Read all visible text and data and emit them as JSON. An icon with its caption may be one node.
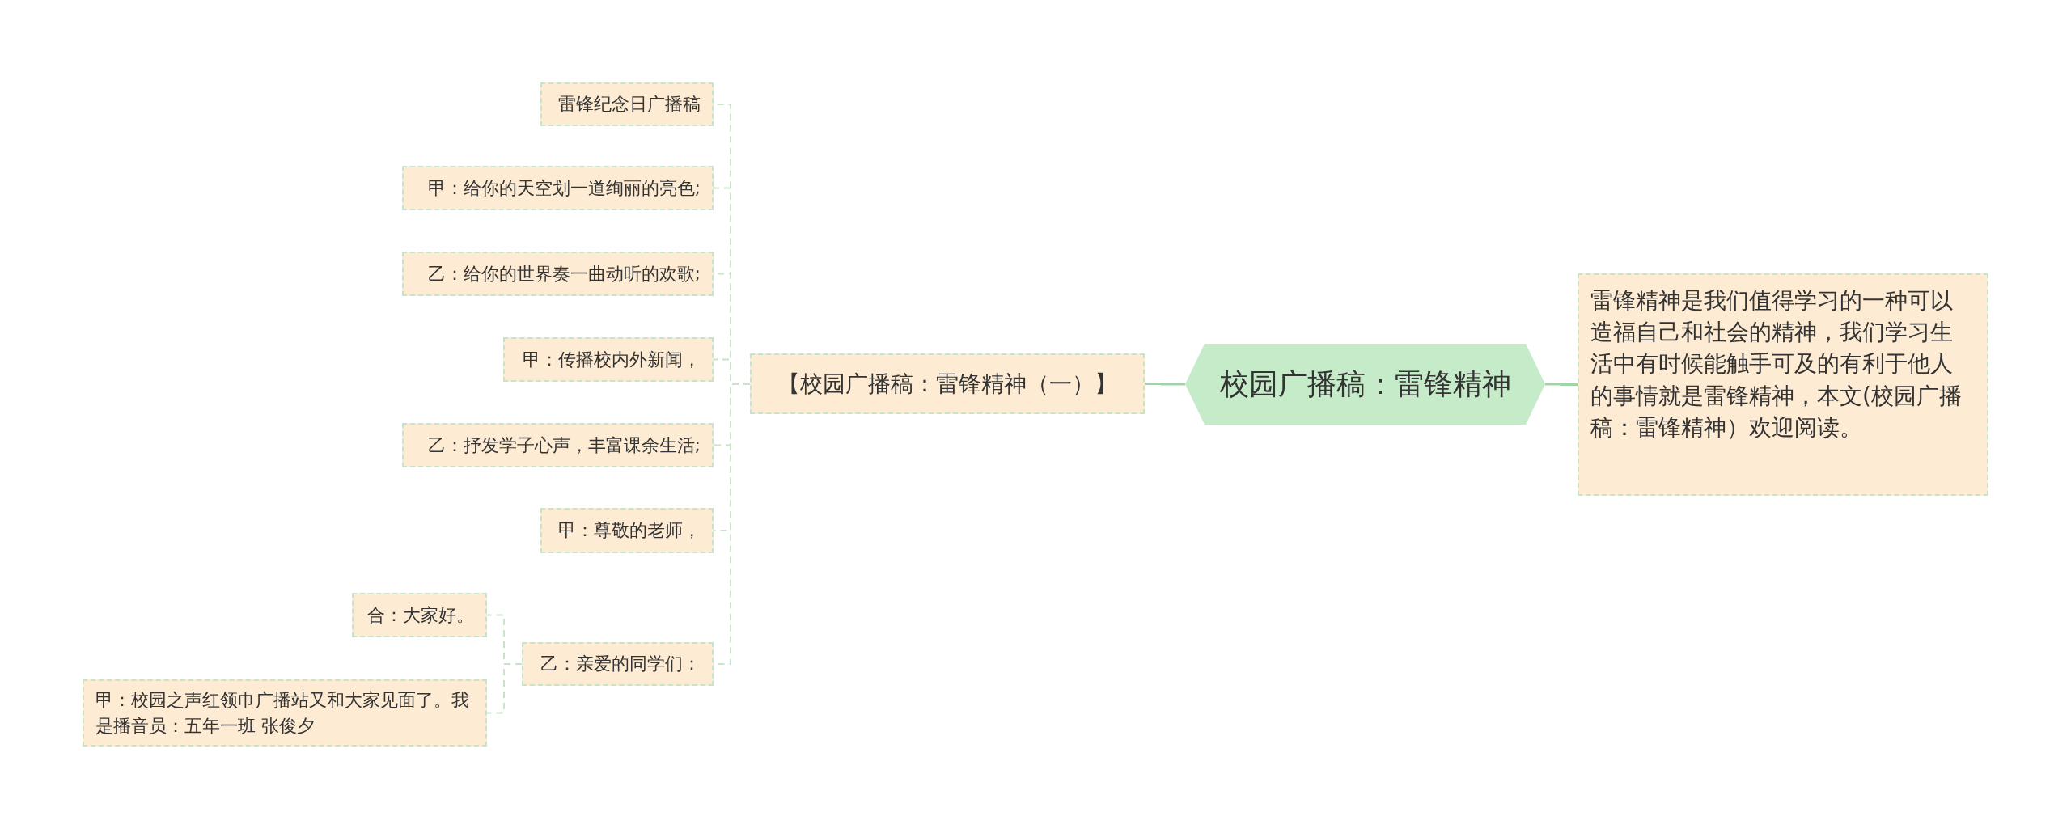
{
  "diagram": {
    "nodes": [
      {
        "text": [
          "校园广播稿：雷锋精神"
        ]
      },
      {
        "text": [
          "雷锋精神是我们值得学习的一种可以造福自己和社会的精神，我们学习生活中有时候能触手可及的有利于他人的事情就是雷锋精神，本文(校园广播稿：雷锋精神）欢迎阅读。"
        ]
      },
      {
        "text": [
          "【校园广播稿：雷锋精神（一）】"
        ]
      },
      {
        "text": [
          "雷锋纪念日广播稿"
        ]
      },
      {
        "text": [
          "甲：给你的天空划一道绚丽的亮色;"
        ]
      },
      {
        "text": [
          "乙：给你的世界奏一曲动听的欢歌;"
        ]
      },
      {
        "text": [
          "甲：传播校内外新闻，"
        ]
      },
      {
        "text": [
          "乙：抒发学子心声，丰富课余生活;"
        ]
      },
      {
        "text": [
          "甲：尊敬的老师，"
        ]
      },
      {
        "text": [
          "乙：亲爱的同学们："
        ]
      },
      {
        "text": [
          "合：大家好。"
        ]
      },
      {
        "text": [
          "甲：校园之声红领巾广播站又和大家见面了。我是播音员：五年一班 张俊夕"
        ]
      }
    ],
    "edges": [
      {
        "from": 0,
        "to": 1,
        "arrow": "none"
      },
      {
        "from": 0,
        "to": 2,
        "arrow": "none"
      },
      {
        "from": 2,
        "to": 3,
        "arrow": "none",
        "style": "dashed"
      },
      {
        "from": 2,
        "to": 4,
        "arrow": "none",
        "style": "dashed"
      },
      {
        "from": 2,
        "to": 5,
        "arrow": "none",
        "style": "dashed"
      },
      {
        "from": 2,
        "to": 6,
        "arrow": "none",
        "style": "dashed"
      },
      {
        "from": 2,
        "to": 7,
        "arrow": "none",
        "style": "dashed"
      },
      {
        "from": 2,
        "to": 8,
        "arrow": "none",
        "style": "dashed"
      },
      {
        "from": 2,
        "to": 9,
        "arrow": "none",
        "style": "dashed"
      },
      {
        "from": 9,
        "to": 10,
        "arrow": "none",
        "style": "dashed"
      },
      {
        "from": 9,
        "to": 11,
        "arrow": "none",
        "style": "dashed"
      }
    ]
  }
}
